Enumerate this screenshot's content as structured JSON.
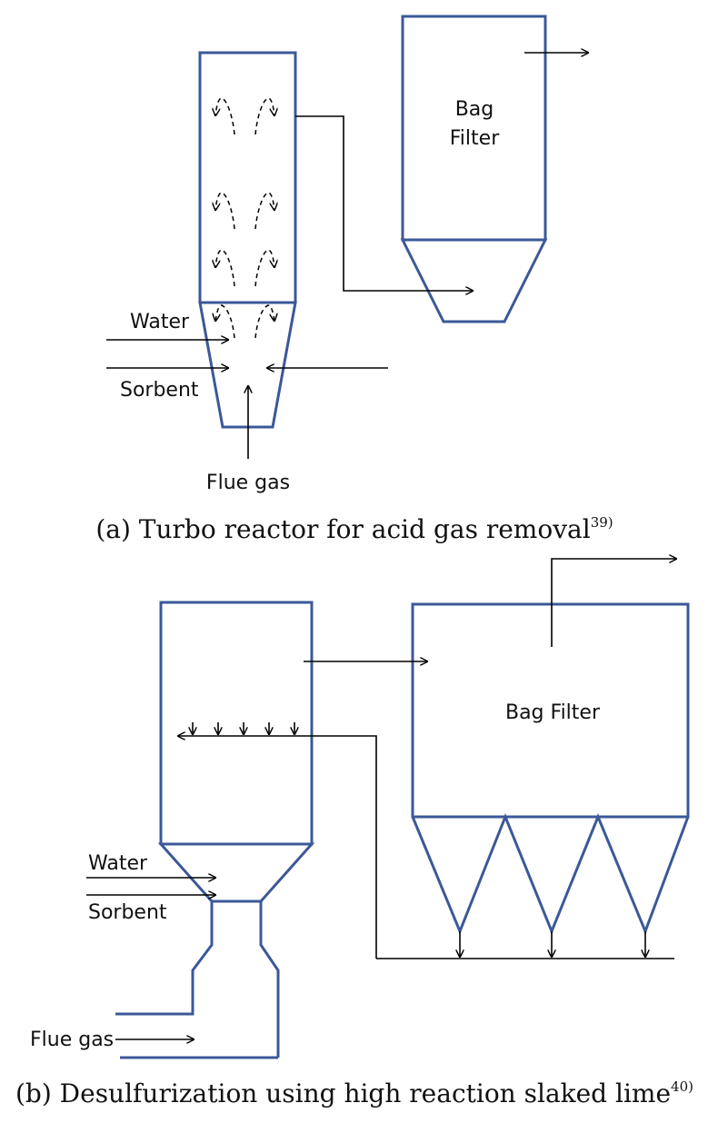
{
  "panel_a": {
    "labels": {
      "bag_filter_line1": "Bag",
      "bag_filter_line2": "Filter",
      "water": "Water",
      "sorbent": "Sorbent",
      "flue_gas": "Flue gas"
    },
    "caption": "(a) Turbo reactor for acid gas removal",
    "caption_ref": "39)"
  },
  "panel_b": {
    "labels": {
      "bag_filter": "Bag Filter",
      "water": "Water",
      "sorbent": "Sorbent",
      "flue_gas": "Flue gas"
    },
    "caption": "(b) Desulfurization using high reaction slaked lime",
    "caption_ref": "40)"
  },
  "colors": {
    "vessel": "#3b5998",
    "flow": "#000000"
  }
}
